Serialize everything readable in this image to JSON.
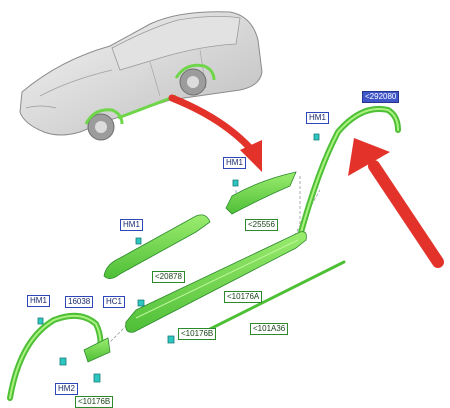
{
  "colors": {
    "part_green": "#6fd64a",
    "part_green_dark": "#2c8a2c",
    "arrow_red": "#e3322a",
    "clip_cyan": "#2ec6c0",
    "label_blue": "#2f46b8",
    "vehicle_grey": "#d7d7d7"
  },
  "labels": {
    "hm1_right_arch": "HM1",
    "right_arch_part": "<292080",
    "hm1_upper": "HM1",
    "hm1_mid": "HM1",
    "part_25556": "<25556",
    "part_20878": "<20878",
    "hm1_left": "HM1",
    "part_16038": "16038",
    "hc1": "HC1",
    "part_10176a": "<10176A",
    "part_10176b_mid": "<10176B",
    "part_101a36": "<101A36",
    "hm2": "HM2",
    "part_10176b_low": "<10176B"
  }
}
